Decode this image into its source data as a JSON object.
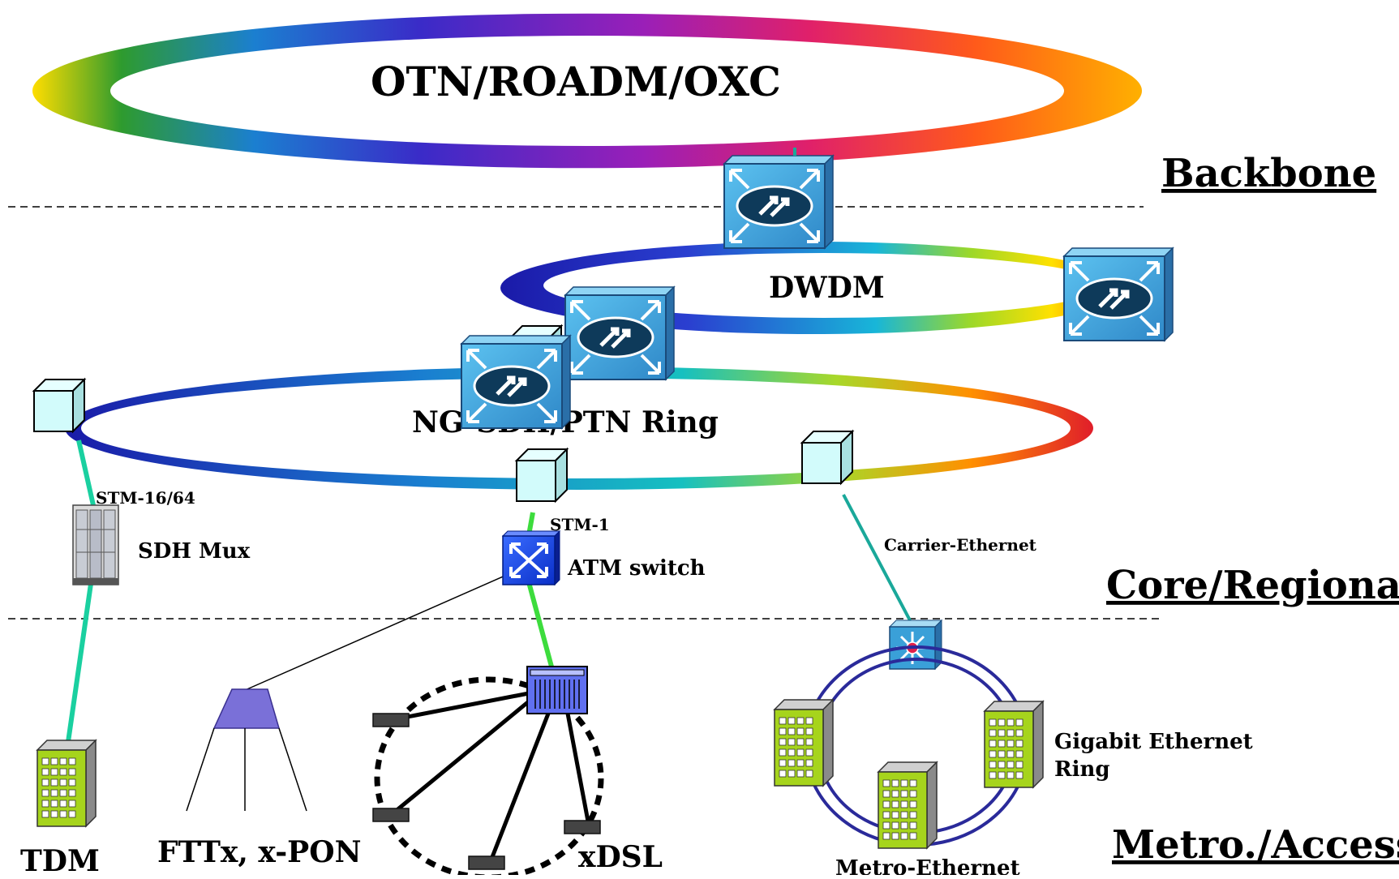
{
  "rings": {
    "otn": "OTN/ROADM/OXC",
    "dwdm": "DWDM",
    "ngsdh": "NG-SDH/PTN Ring"
  },
  "tiers": {
    "backbone": "Backbone",
    "core": "Core/Regional",
    "metro": "Metro./Access"
  },
  "links": {
    "stm16": "STM-16/64",
    "stm1": "STM-1",
    "carrier_ethernet": "Carrier-Ethernet"
  },
  "devices": {
    "sdh_mux": "SDH Mux",
    "atm_switch": "ATM switch"
  },
  "access": {
    "tdm": "TDM",
    "fttx": "FTTx, x-PON",
    "xdsl": "xDSL",
    "metro_ethernet": "Metro-Ethernet",
    "gige_line1": "Gigabit Ethernet",
    "gige_line2": "Ring"
  },
  "colors": {
    "ring_blue": "#2b2bc8",
    "link_teal": "#1aa89a",
    "link_green": "#3ddc3d",
    "router_blue": "#3aa0d8",
    "building_green": "#a6d41c",
    "metro_ring": "#2a2a9a"
  }
}
